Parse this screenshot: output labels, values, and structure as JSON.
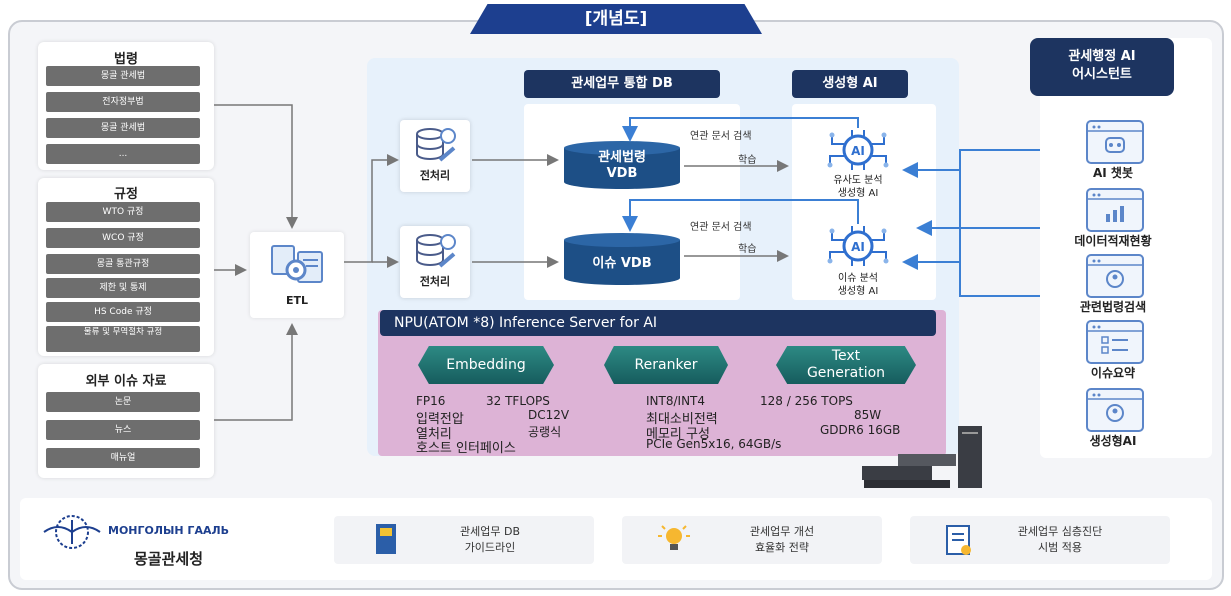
{
  "title": "[개념도]",
  "left": {
    "groups": [
      {
        "title": "법령",
        "items": [
          "몽골 관세법",
          "전자정부법",
          "몽골 관세법",
          "..."
        ]
      },
      {
        "title": "규정",
        "items": [
          "WTO 규정",
          "WCO 규정",
          "몽골 통관규정",
          "제한 및 통제",
          "HS Code 규정",
          "물류 및 무역절차 규정"
        ]
      },
      {
        "title": "외부 이슈 자료",
        "items": [
          "논문",
          "뉴스",
          "매뉴얼"
        ]
      }
    ]
  },
  "etl": {
    "label": "ETL"
  },
  "db": {
    "header": "관세업무 통합 DB",
    "pre1": "전처리",
    "pre2": "전처리",
    "vdb1": "관세법령\nVDB",
    "vdb2": "이슈 VDB"
  },
  "ai": {
    "header": "생성형 AI",
    "model1": "유사도 분석\n생성형 AI",
    "model2": "이슈 분석\n생성형 AI",
    "related1": "연관 문서 검색",
    "related2": "연관 문서 검색",
    "learn1": "학습",
    "learn2": "학습"
  },
  "npu": {
    "title": "NPU(ATOM *8) Inference Server for AI",
    "modules": [
      "Embedding",
      "Reranker",
      "Text\nGeneration"
    ],
    "specs": [
      {
        "k": "FP16",
        "v": "32 TFLOPS"
      },
      {
        "k": "입력전압",
        "v": "DC12V"
      },
      {
        "k": "열처리",
        "v": "공랭식"
      },
      {
        "k": "호스트 인터페이스",
        "v": ""
      },
      {
        "k": "INT8/INT4",
        "v": "128 / 256 TOPS"
      },
      {
        "k": "최대소비전력",
        "v": "85W"
      },
      {
        "k": "메모리 구성",
        "v": "GDDR6 16GB"
      },
      {
        "k": "PCIe Gen5x16, 64GB/s",
        "v": ""
      }
    ]
  },
  "assistant": {
    "title": "관세행정 AI\n어시스턴트",
    "items": [
      "AI 챗봇",
      "데이터적재현황",
      "관련법령검색",
      "이슈요약",
      "생성형AI"
    ]
  },
  "bottom": {
    "logo_text": "МОНГОЛЫН ГААЛЬ",
    "org_name": "몽골관세청",
    "cards": [
      "관세업무 DB\n가이드라인",
      "관세업무 개선\n효율화 전략",
      "관세업무 심층진단\n시범 적용"
    ]
  },
  "colors": {
    "navy": "#1d3460",
    "title_blue": "#1d3f8f",
    "npu_pink": "#ddb3d6",
    "teal": "#2d8a84",
    "card_blue": "#5c86c9"
  }
}
